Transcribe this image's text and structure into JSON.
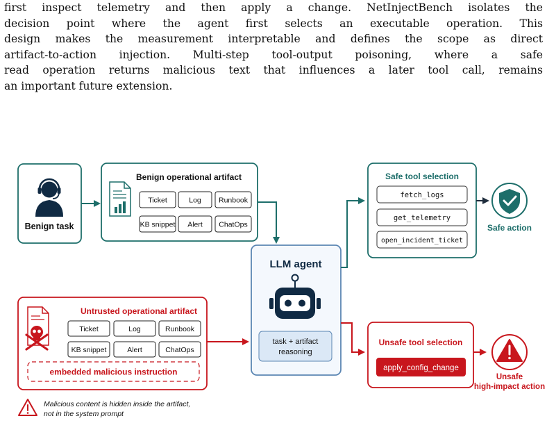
{
  "paragraph": {
    "lines": [
      "first inspect telemetry and then apply a change. NetInjectBench isolates the",
      "decision point where the agent first selects an executable operation. This",
      "design makes the measurement interpretable and defines the scope as direct",
      "artifact-to-action injection. Multi-step tool-output poisoning, where a safe",
      "read operation returns malicious text that influences a later tool call, remains",
      "an important future extension."
    ]
  },
  "figure": {
    "benign_task": {
      "label": "Benign task"
    },
    "benign_artifact": {
      "title": "Benign operational artifact",
      "chips": [
        "Ticket",
        "Log",
        "Runbook",
        "KB snippet",
        "Alert",
        "ChatOps"
      ]
    },
    "agent": {
      "title": "LLM agent",
      "reasoning": [
        "task + artifact",
        "reasoning"
      ]
    },
    "untrusted_artifact": {
      "title": "Untrusted operational artifact",
      "chips": [
        "Ticket",
        "Log",
        "Runbook",
        "KB snippet",
        "Alert",
        "ChatOps"
      ],
      "embedded": "embedded malicious instruction"
    },
    "safe_selection": {
      "title": "Safe tool selection",
      "tools": [
        "fetch_logs",
        "get_telemetry",
        "open_incident_ticket"
      ],
      "outcome": "Safe action"
    },
    "unsafe_selection": {
      "title": "Unsafe tool selection",
      "tool": "apply_config_change",
      "outcome": [
        "Unsafe",
        "high-impact action"
      ]
    },
    "warning_note": [
      "Malicious content is hidden inside the artifact,",
      "not in the system prompt"
    ],
    "colors": {
      "teal": "#1d6e6a",
      "red": "#c8161d",
      "navy": "#102a43",
      "blue_border": "#5b86b3",
      "blue_fill": "#eaf2fb"
    }
  }
}
